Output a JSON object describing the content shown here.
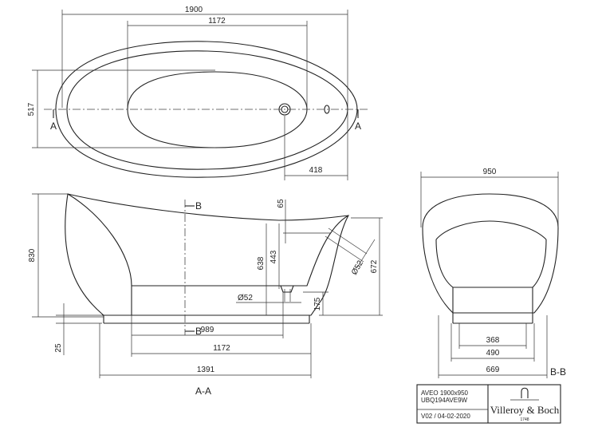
{
  "top_view": {
    "d_length": "1900",
    "d_basin": "1172",
    "d_width": "517",
    "d_drain": "418",
    "section_a_left": "A",
    "section_a_right": "A"
  },
  "side_view": {
    "d_height": "830",
    "d_65": "65",
    "d_638": "638",
    "d_443": "443",
    "d_672": "672",
    "d_overflow": "Ø52",
    "d_waste": "Ø52",
    "d_175": "175",
    "d_25": "25",
    "d_989": "989",
    "d_1172": "1172",
    "d_1391": "1391",
    "section_b_top": "B",
    "section_b_bottom": "B",
    "title": "A-A"
  },
  "end_view": {
    "d_width": "950",
    "d_368": "368",
    "d_490": "490",
    "d_669": "669",
    "title": "B-B"
  },
  "title_block": {
    "model": "AVEO 1900x950",
    "code": "UBQ194AVE9W",
    "version": "V02 / 04-02-2020",
    "brand": "Villeroy & Boch",
    "year": "1748"
  }
}
